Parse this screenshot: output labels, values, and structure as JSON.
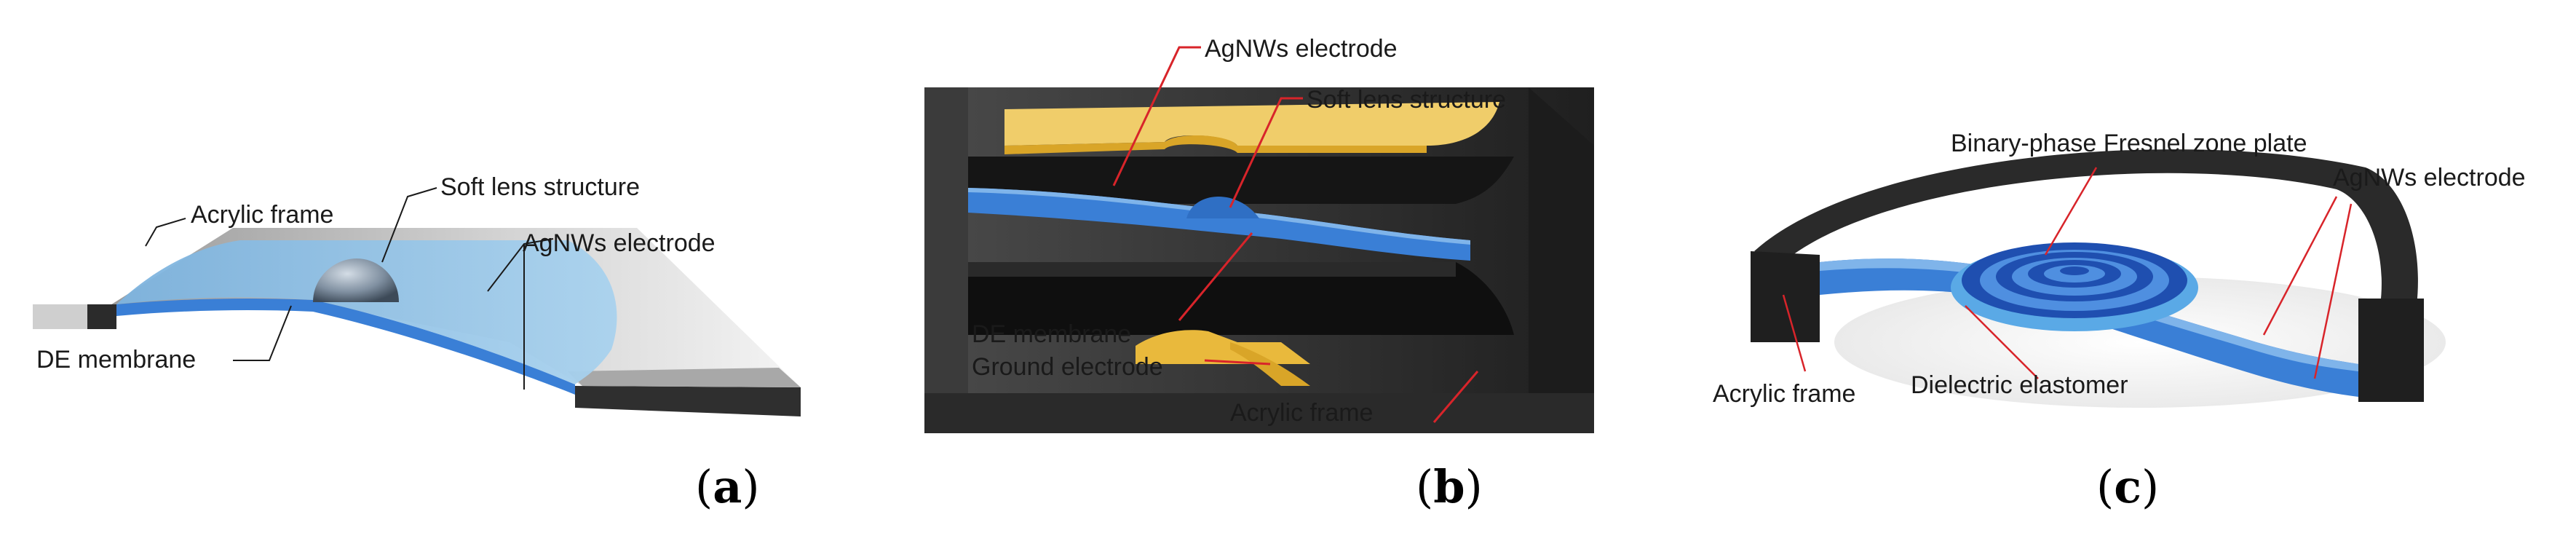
{
  "panel_a": {
    "labels": {
      "acrylic_frame": "Acrylic frame",
      "soft_lens": "Soft lens structure",
      "agnws_electrode": "AgNWs electrode",
      "de_membrane": "DE membrane"
    },
    "caption_letter": "a"
  },
  "panel_b": {
    "labels": {
      "agnws_electrode": "AgNWs electrode",
      "soft_lens": "Soft lens structure",
      "de_membrane": "DE membrane",
      "ground_electrode": "Ground electrode",
      "acrylic_frame": "Acrylic frame"
    },
    "caption_letter": "b"
  },
  "panel_c": {
    "labels": {
      "fresnel": "Binary-phase Fresnel zone plate",
      "agnws_electrode": "AgNWs electrode",
      "acrylic_frame": "Acrylic frame",
      "dielectric": "Dielectric elastomer"
    },
    "caption_letter": "c"
  },
  "colors": {
    "membrane_blue": "#3a7fd6",
    "membrane_dark": "#1d4f9a",
    "film_light": "#8fc3e8",
    "frame_dark": "#2b2b2b",
    "frame_gray": "#bdbdbd",
    "gold": "#e9b93c",
    "leader_red": "#d8242a"
  }
}
